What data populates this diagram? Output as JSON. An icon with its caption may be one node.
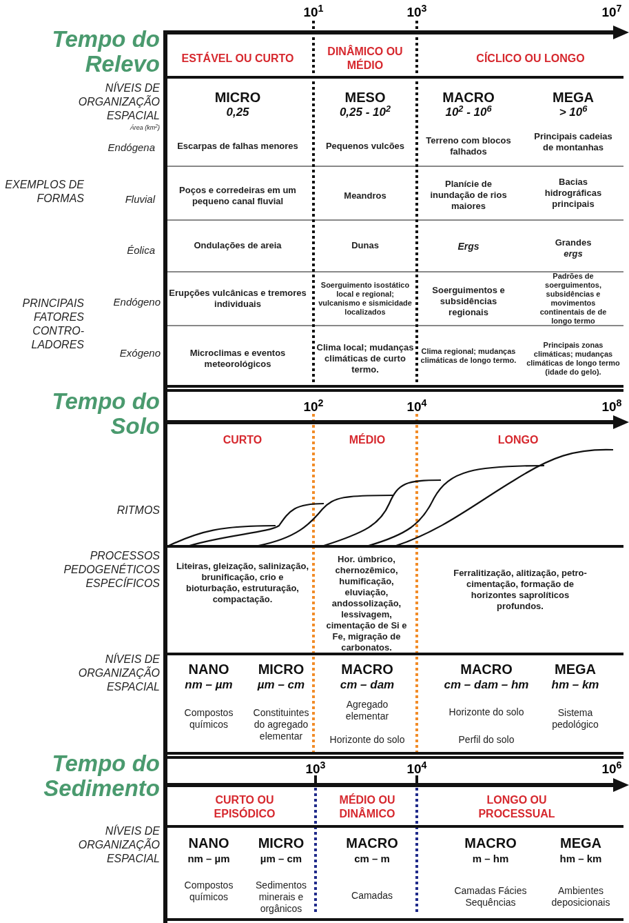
{
  "diagram": {
    "labels": [
      "Tempo do Relevo",
      "10$^{1}$",
      "10$^{3}$",
      "10$^{7}$",
      "ESTÁVEL OU CURTO",
      "DINÂMICO OU MÉDIO",
      "CÍCLICO OU LONGO",
      "NÍVEIS DE ORGANIZAÇÃO ESPACIAL",
      "Área (km$^{2}$)",
      "MICRO",
      "0,25",
      "MESO",
      "0,25 - 10$^{2}$",
      "MACRO",
      "10$^{2}$ - 10$^{6}$",
      "MEGA",
      "> 10$^{6}$",
      "Endógena",
      "Escarpas de falhas menores",
      "Pequenos vulcões",
      "Terreno com blocos falhados",
      "Principais cadeias de montanhas",
      "EXEMPLOS DE FORMAS",
      "Fluvial",
      "Poços e corredeiras em um pequeno canal fluvial",
      "Meandros",
      "Planície de inundação de rios maiores",
      "Bacias hidrográficas principais",
      "Éolica",
      "Ondulações de areia",
      "Dunas",
      "Ergs",
      "Grandes *ergs*",
      "PRINCIPAIS FATORES CONTRO- LADORES",
      "Endógeno",
      "Erupções vulcânicas e tremores individuais",
      "Soerguimento isostático local e regional; vulcanismo e sismicidade localizados",
      "Soerguimentos e subsidências regionais",
      "Padrões de soerguimentos, subsidências e movimentos continentais de de longo termo",
      "Exógeno",
      "Microclimas e eventos meteorológicos",
      "Clima local; mudanças climáticas de curto termo.",
      "Clima regional; mudanças climáticas de longo termo.",
      "Principais zonas climáticas; mudanças climáticas de longo termo (idade do gelo).",
      "Tempo do Solo",
      "10$^{2}$",
      "10$^{4}$",
      "10$^{8}$",
      "CURTO",
      "MÉDIO",
      "LONGO",
      "RITMOS",
      "PROCESSOS PEDOGENÉTICOS ESPECÍFICOS",
      "Liteiras, gleização, salinização, brunificação, crio e bioturbação, estruturação, compactação.",
      "Hor. úmbrico, chernozêmico, humificação, eluviação, andossolização, lessivagem, cimentação de Si e Fe, migração de carbonatos.",
      "Ferralitização, alitização, petro-cimentação, formação de horizontes saprolíticos profundos.",
      "NÍVEIS DE ORGANIZAÇÃO ESPACIAL",
      "NANO",
      "nm – µm",
      "MICRO",
      "µm – cm",
      "MACRO",
      "cm – dam",
      "MACRO",
      "cm – dam – hm",
      "MEGA",
      "hm – km",
      "Compostos químicos",
      "Constituintes do agregado elementar",
      "Agregado elementar",
      "Horizonte do solo",
      "Horizonte do solo",
      "Perfil do solo",
      "Sistema pedológico",
      "Tempo do Sedimento",
      "10$^{3}$",
      "10$^{4}$",
      "10$^{6}$",
      "CURTO OU EPISÓDICO",
      "MÉDIO OU DINÂMICO",
      "LONGO OU PROCESSUAL",
      "NÍVEIS DE ORGANIZAÇÃO ESPACIAL",
      "NANO",
      "nm – µm",
      "MICRO",
      "µm – cm",
      "MACRO",
      "cm – m",
      "MACRO",
      "m – hm",
      "MEGA",
      "hm – km",
      "Compostos químicos",
      "Sedimentos minerais e orgânicos",
      "Camadas",
      "Camadas Fácies Sequências",
      "Ambientes deposicionais"
    ]
  }
}
